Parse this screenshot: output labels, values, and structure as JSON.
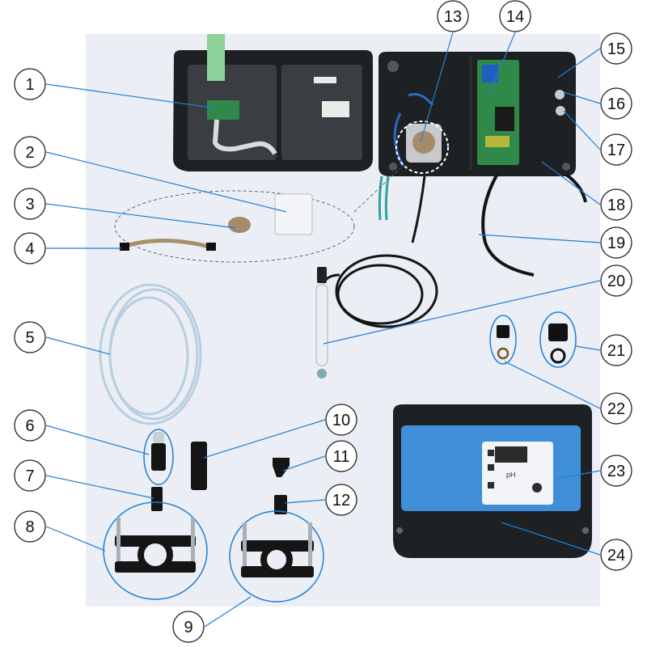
{
  "colors": {
    "panel_background": "#ebeef4",
    "leader_line": "#1f7fd6",
    "callout_stroke": "#222222",
    "housing": "#1e2124",
    "housing_light": "#3a3e43",
    "pcb_green": "#2f8a4a",
    "tube_tan": "#a6906a",
    "screen_blue": "#3f8fd8",
    "cable": "#151515",
    "clear_tube": "#b7cfe0"
  },
  "callouts": [
    {
      "id": "1",
      "label": "1"
    },
    {
      "id": "2",
      "label": "2"
    },
    {
      "id": "3",
      "label": "3"
    },
    {
      "id": "4",
      "label": "4"
    },
    {
      "id": "5",
      "label": "5"
    },
    {
      "id": "6",
      "label": "6"
    },
    {
      "id": "7",
      "label": "7"
    },
    {
      "id": "8",
      "label": "8"
    },
    {
      "id": "9",
      "label": "9"
    },
    {
      "id": "10",
      "label": "10"
    },
    {
      "id": "11",
      "label": "11"
    },
    {
      "id": "12",
      "label": "12"
    },
    {
      "id": "13",
      "label": "13"
    },
    {
      "id": "14",
      "label": "14"
    },
    {
      "id": "15",
      "label": "15"
    },
    {
      "id": "16",
      "label": "16"
    },
    {
      "id": "17",
      "label": "17"
    },
    {
      "id": "18",
      "label": "18"
    },
    {
      "id": "19",
      "label": "19"
    },
    {
      "id": "20",
      "label": "20"
    },
    {
      "id": "21",
      "label": "21"
    },
    {
      "id": "22",
      "label": "22"
    },
    {
      "id": "23",
      "label": "23"
    },
    {
      "id": "24",
      "label": "24"
    }
  ],
  "device_display": {
    "unit_label": "pH"
  }
}
